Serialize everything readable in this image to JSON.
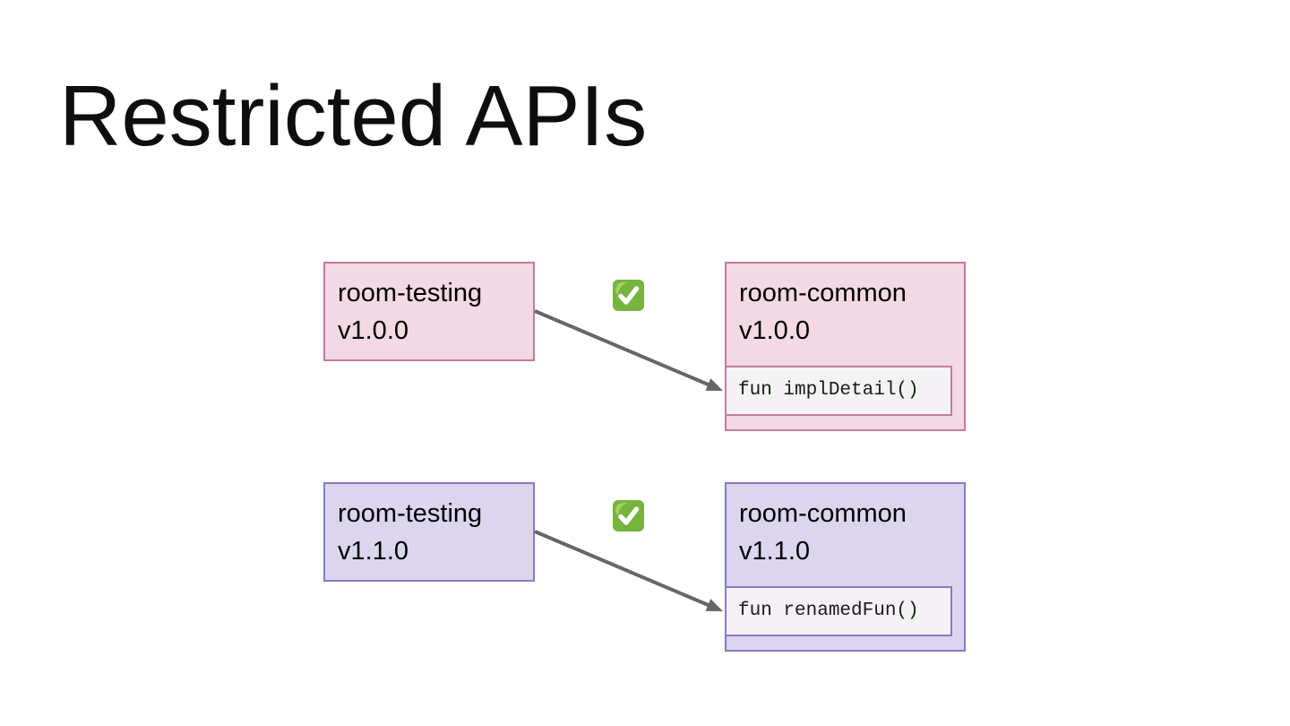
{
  "slide": {
    "title": "Restricted APIs"
  },
  "rows": [
    {
      "theme": "pink",
      "status_icon": "check-mark",
      "status_meaning": "allowed",
      "left": {
        "name": "room-testing",
        "version": "v1.0.0"
      },
      "right": {
        "name": "room-common",
        "version": "v1.0.0",
        "code": "fun implDetail()"
      }
    },
    {
      "theme": "purple",
      "status_icon": "check-mark",
      "status_meaning": "allowed",
      "left": {
        "name": "room-testing",
        "version": "v1.1.0"
      },
      "right": {
        "name": "room-common",
        "version": "v1.1.0",
        "code": "fun renamedFun()"
      }
    }
  ],
  "colors": {
    "pink_fill": "#f2d9e3",
    "pink_border": "#c27ba0",
    "purple_fill": "#dcd5ee",
    "purple_border": "#8a79c5",
    "code_chip_fill": "#f4f2f4",
    "arrow_gray": "#666666",
    "check_green": "#76b43e",
    "check_green_highlight": "#a6d166",
    "background": "#ffffff"
  }
}
